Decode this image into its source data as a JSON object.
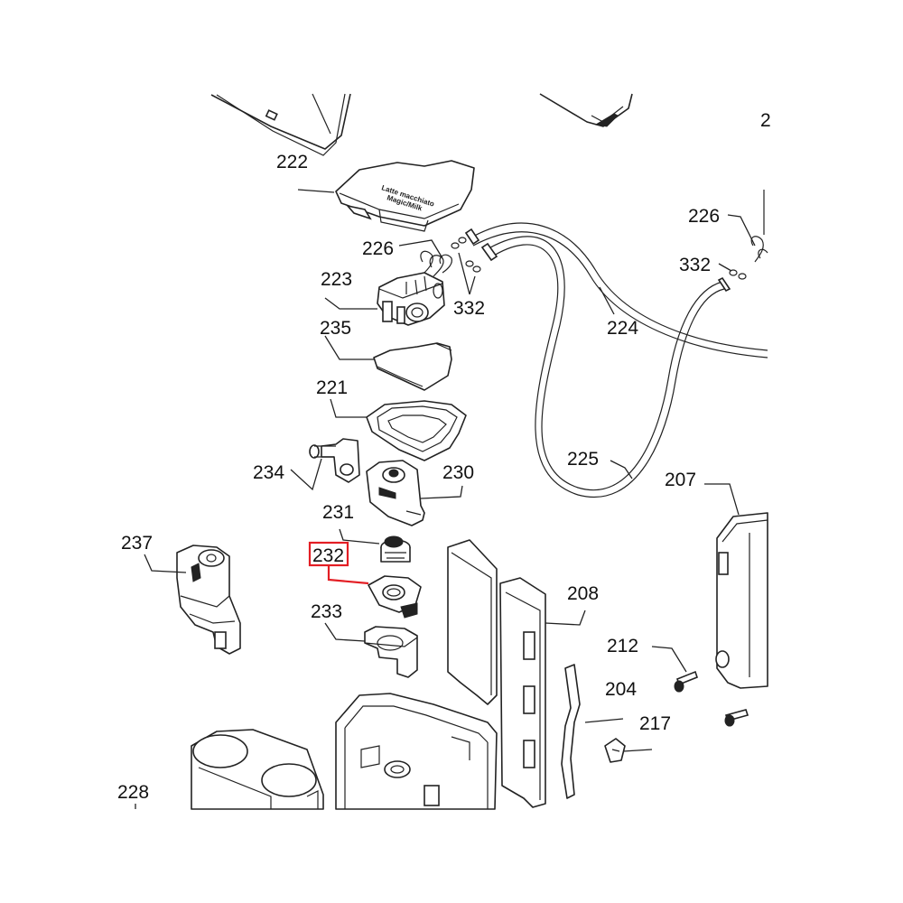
{
  "diagram": {
    "highlight_color": "#e31e24",
    "highlighted_part": "232",
    "lid_text_line1": "Latte macchiato",
    "lid_text_line2": "Magic/Milk",
    "labels": {
      "p222": "222",
      "p226a": "226",
      "p226b": "226",
      "p332a": "332",
      "p332b": "332",
      "p223": "223",
      "p224": "224",
      "p235": "235",
      "p221": "221",
      "p225": "225",
      "p207": "207",
      "p234": "234",
      "p230": "230",
      "p231": "231",
      "p232": "232",
      "p237": "237",
      "p208": "208",
      "p233": "233",
      "p212": "212",
      "p204": "204",
      "p217": "217",
      "p228": "228"
    }
  }
}
